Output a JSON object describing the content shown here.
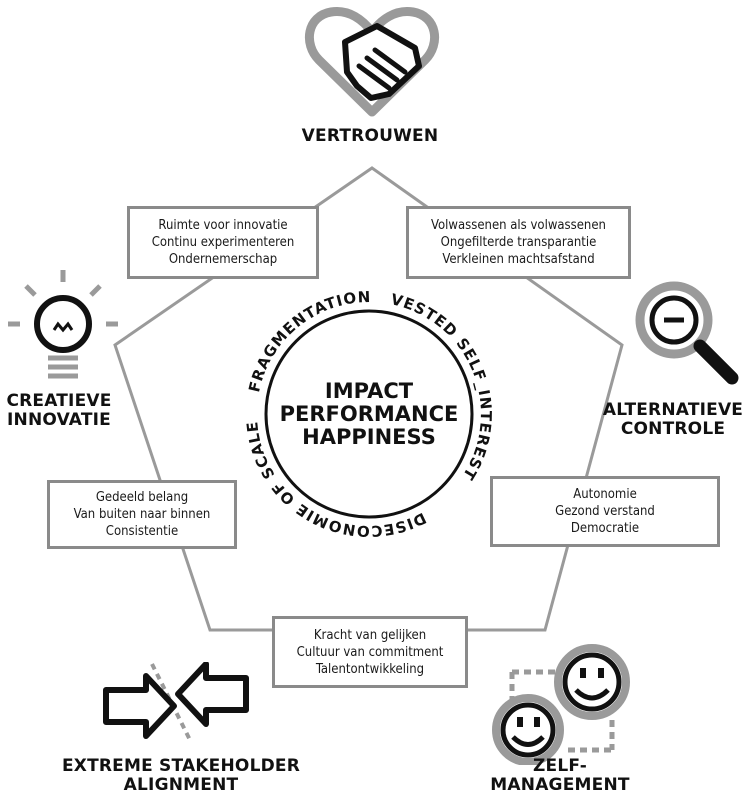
{
  "nodes": {
    "top": {
      "label": "VERTROUWEN",
      "icon": "handshake-heart-icon"
    },
    "right": {
      "label": [
        "ALTERNATIEVE",
        "CONTROLE"
      ],
      "icon": "magnifier-minus-icon"
    },
    "bottom_right": {
      "label": [
        "ZELF-",
        "MANAGEMENT"
      ],
      "icon": "smiley-faces-icon"
    },
    "bottom_left": {
      "label": [
        "EXTREME STAKEHOLDER",
        "ALIGNMENT"
      ],
      "icon": "opposing-arrows-icon"
    },
    "left": {
      "label": [
        "CREATIEVE",
        "INNOVATIE"
      ],
      "icon": "lightbulb-icon"
    }
  },
  "edges": {
    "top_left": [
      "Ruimte voor innovatie",
      "Continu experimenteren",
      "Ondernemerschap"
    ],
    "top_right": [
      "Volwassenen als volwassenen",
      "Ongefilterde transparantie",
      "Verkleinen machtsafstand"
    ],
    "right": [
      "Autonomie",
      "Gezond verstand",
      "Democratie"
    ],
    "bottom": [
      "Kracht van gelijken",
      "Cultuur van commitment",
      "Talentontwikkeling"
    ],
    "left": [
      "Gedeeld belang",
      "Van buiten naar binnen",
      "Consistentie"
    ]
  },
  "center": {
    "lines": [
      "IMPACT",
      "PERFORMANCE",
      "HAPPINESS"
    ],
    "ring": {
      "fragmentation": "FRAGMENTATION",
      "vested_self_interest": "VESTED SELF_INTEREST",
      "diseconomie_of_scale": "DISECONOMIE OF SCALE"
    }
  },
  "colors": {
    "line_gray": "#8a8a8a",
    "icon_gray": "#9a9a9a",
    "text": "#111111"
  }
}
